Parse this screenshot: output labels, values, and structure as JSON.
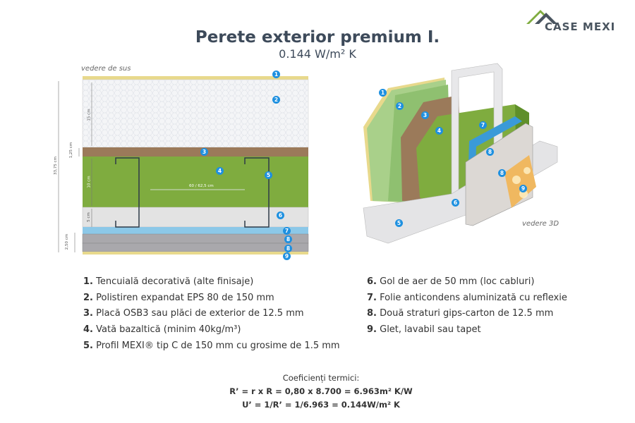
{
  "logo": {
    "text": "CASE MEXI"
  },
  "header": {
    "title": "Perete exterior premium I.",
    "subtitle": "0.144 W/m² K"
  },
  "top_view": {
    "label": "vedere de sus",
    "dimensions": {
      "total": "33,75 cm",
      "eps": "15 cm",
      "osb": "1,25 cm",
      "wool": "10 cm",
      "air": "5 cm",
      "gips": "2,50 cm",
      "spacing": "60 / 62,5 cm"
    }
  },
  "view_3d": {
    "label": "vedere 3D"
  },
  "markers": [
    "1",
    "2",
    "3",
    "4",
    "5",
    "6",
    "7",
    "8",
    "9"
  ],
  "colors": {
    "plaster": "#e8d98c",
    "eps": "#f4f5f7",
    "osb": "#9b7a5a",
    "wool": "#7fac3f",
    "air": "#e3e3e3",
    "foil": "#8cc8e8",
    "gips": "#a9a8ac",
    "badge": "#1e90e0"
  },
  "legend_left": [
    {
      "num": "1.",
      "text": "Tencuială decorativă (alte finisaje)"
    },
    {
      "num": "2.",
      "text": "Polistiren expandat EPS 80 de 150 mm"
    },
    {
      "num": "3.",
      "text": "Placă OSB3 sau plăci de exterior de 12.5 mm"
    },
    {
      "num": "4.",
      "text": "Vată bazaltică (minim 40kg/m³)"
    },
    {
      "num": "5.",
      "text": "Profil MEXI® tip C de 150 mm cu grosime de 1.5 mm"
    }
  ],
  "legend_right": [
    {
      "num": "6.",
      "text": "Gol de aer de 50 mm (loc cabluri)"
    },
    {
      "num": "7.",
      "text": "Folie anticondens aluminizată cu reflexie"
    },
    {
      "num": "8.",
      "text": "Două straturi gips-carton de 12.5 mm"
    },
    {
      "num": "9.",
      "text": "Glet, lavabil sau tapet"
    }
  ],
  "coefficients": {
    "title": "Coeficienți termici:",
    "r_line": "R’ = r x R = 0,80 x 8.700 = 6.963m² K/W",
    "u_line": "U’ = 1/R’ = 1/6.963 = 0.144W/m² K"
  }
}
